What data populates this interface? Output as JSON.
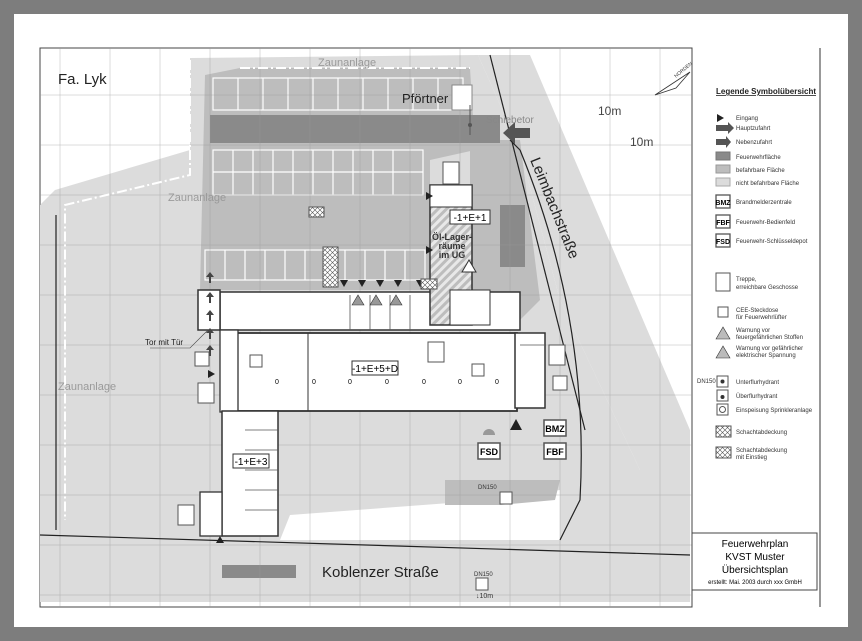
{
  "map": {
    "company": "Fa. Lyk",
    "labels": {
      "zaun_top": "Zaunanlage",
      "zaun_mid": "Zaunanlage",
      "zaun_left": "Zaunanlage",
      "pfoertner": "Pförtner",
      "schiebetor": "Schiebetor",
      "scale1": "10m",
      "scale2": "10m",
      "street_right": "Leimbachstraße",
      "street_bottom": "Koblenzer Straße",
      "tor": "Tor mit Tür",
      "dn150_a": "DN150",
      "dn150_b": "DN150",
      "scale_bottom": "↓10m",
      "north": "NORDEN"
    },
    "buildings": {
      "b1": "-1+E+1",
      "b1_note": [
        "Öl-Lager-",
        "räume",
        "im UG"
      ],
      "b2": "-1+E+5+D",
      "b3": "-1+E+3",
      "column_marks": [
        "0",
        "0",
        "0",
        "0",
        "0",
        "0",
        "0"
      ]
    },
    "boxes": {
      "bmz": "BMZ",
      "fbf": "FBF",
      "fsd": "FSD"
    }
  },
  "legend": {
    "title": "Legende Symbolübersicht",
    "items": [
      {
        "icon": "entrance-triangle",
        "label": "Eingang"
      },
      {
        "icon": "main-access-arrow",
        "label": "Hauptzufahrt"
      },
      {
        "icon": "secondary-access-arrow",
        "label": "Nebenzufahrt"
      },
      {
        "icon": "fire-lane-swatch",
        "label": "Feuerwehrfläche",
        "color": "#8a8a8a"
      },
      {
        "icon": "drivable-swatch",
        "label": "befahrbare Fläche",
        "color": "#bdbdbd"
      },
      {
        "icon": "non-drivable-swatch",
        "label": "nicht befahrbare Fläche",
        "color": "#dcdcdc"
      },
      {
        "icon": "bmz-box",
        "code": "BMZ",
        "label": "Brandmelderzentrale"
      },
      {
        "icon": "fbf-box",
        "code": "FBF",
        "label": "Feuerwehr-Bedienfeld"
      },
      {
        "icon": "fsd-box",
        "code": "FSD",
        "label": "Feuerwehr-Schlüsseldepot"
      },
      {
        "icon": "stairs-icon",
        "label": "Treppe,",
        "label2": "erreichbare Geschosse"
      },
      {
        "icon": "cee-socket-icon",
        "label": "CEE-Steckdose",
        "label2": "für Feuerwehrlüfter"
      },
      {
        "icon": "flammable-warning-icon",
        "label": "Warnung vor",
        "label2": "feuergefährlichen Stoffen"
      },
      {
        "icon": "electric-warning-icon",
        "label": "Warnung vor gefährlicher",
        "label2": "elektrischer Spannung"
      },
      {
        "icon": "underground-hydrant-icon",
        "label": "Unterflurhydrant",
        "prefix": "DN150"
      },
      {
        "icon": "overground-hydrant-icon",
        "label": "Überflurhydrant"
      },
      {
        "icon": "sprinkler-feed-icon",
        "label": "Einspeisung Sprinkleranlage"
      },
      {
        "icon": "manhole-cover-icon",
        "label": "Schachtabdeckung"
      },
      {
        "icon": "manhole-entry-icon",
        "label": "Schachtabdeckung",
        "label2": "mit Einstieg"
      }
    ]
  },
  "titleblock": {
    "line1": "Feuerwehrplan",
    "line2": "KVST Muster",
    "line3": "Übersichtsplan",
    "line4": "erstellt: Mai. 2003 durch xxx GmbH"
  }
}
